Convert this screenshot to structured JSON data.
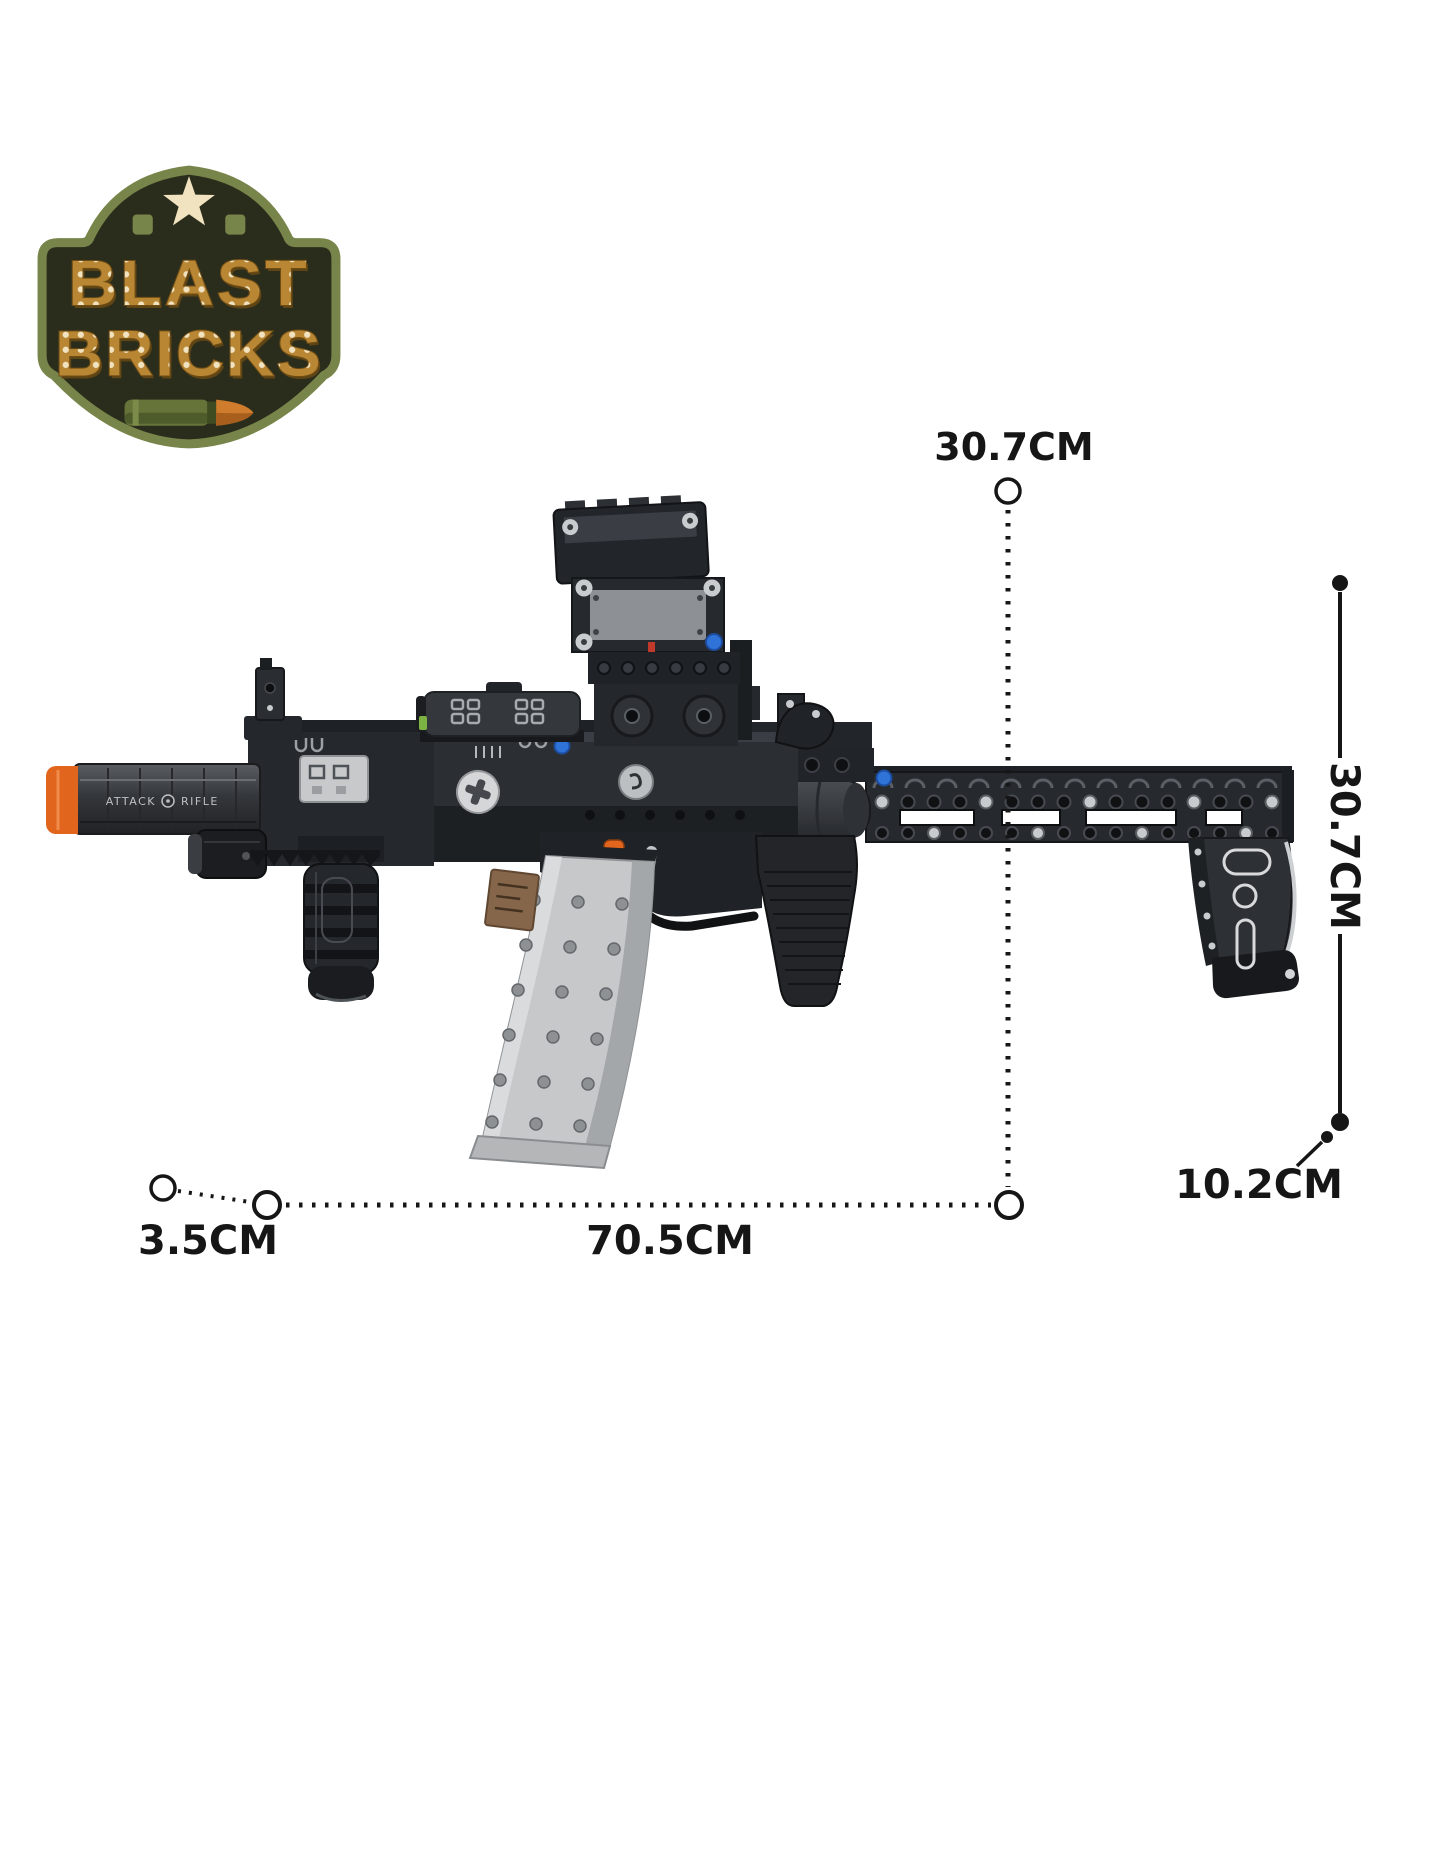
{
  "logo": {
    "word1": "BLAST",
    "word2": "BRICKS"
  },
  "product": {
    "engraving_left": "ATTACK",
    "engraving_right": "RIFLE"
  },
  "dimensions": {
    "top_height": "30.7CM",
    "side_height": "30.7CM",
    "overall_length": "70.5CM",
    "muzzle": "3.5CM",
    "stock": "10.2CM"
  },
  "colors": {
    "ink": "#161616",
    "orange": "#e2651d",
    "olive": "#77844a",
    "badge-dark": "#2b2d1c",
    "gold": "#b98634",
    "cream": "#f1e3c0",
    "mag-gray": "#c6c8ca"
  }
}
